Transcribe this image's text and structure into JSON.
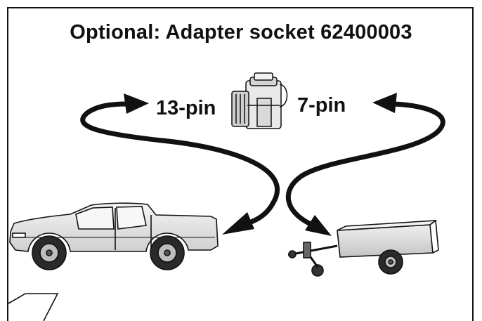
{
  "title": "Optional: Adapter socket 62400003",
  "connectors": {
    "left_label": "13-pin",
    "right_label": "7-pin"
  },
  "colors": {
    "ink": "#111111",
    "truck_body": "#e6e6e6",
    "trailer_body": "#dcdcdc",
    "background": "#ffffff"
  },
  "icons": {
    "adapter": "adapter-socket-icon",
    "vehicle": "pickup-truck-icon",
    "trailer": "box-trailer-icon"
  }
}
